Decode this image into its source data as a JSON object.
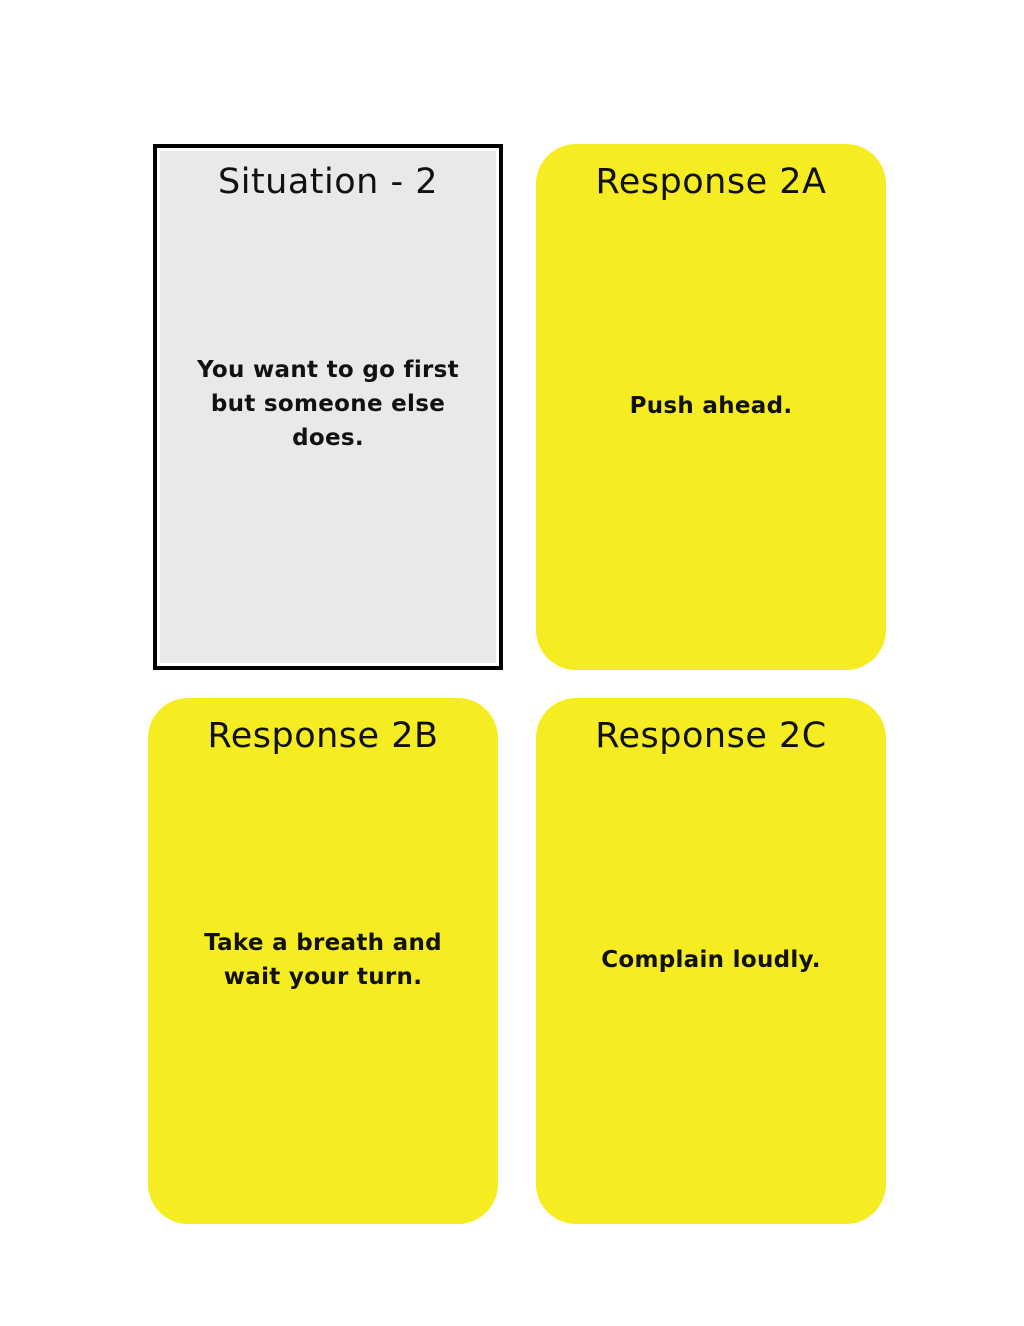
{
  "cards": {
    "situation": {
      "title": "Situation - 2",
      "text": "You want to go first but someone else does.",
      "background": "#e9e9e9"
    },
    "response_2a": {
      "title": "Response 2A",
      "text": "Push ahead.",
      "background": "#f5ec21"
    },
    "response_2b": {
      "title": "Response 2B",
      "text": "Take a breath and wait your turn.",
      "background": "#f5ec21"
    },
    "response_2c": {
      "title": "Response 2C",
      "text": "Complain loudly.",
      "background": "#f5ec21"
    }
  }
}
